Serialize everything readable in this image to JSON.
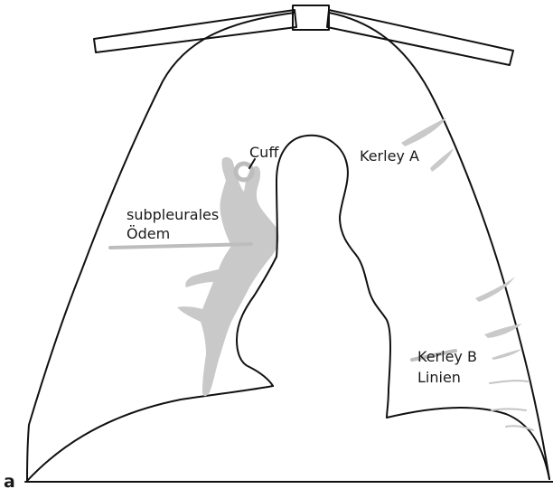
{
  "panel_label": "a",
  "labels": {
    "cuff": "Cuff",
    "kerley_a": "Kerley A",
    "subpleural_line1": "subpleurales",
    "subpleural_line2": "Ödem",
    "kerley_b_line1": "Kerley B",
    "kerley_b_line2": "Linien"
  },
  "colors": {
    "outline": "#111111",
    "edema_grey": "#c9c9c9",
    "background": "#ffffff"
  }
}
